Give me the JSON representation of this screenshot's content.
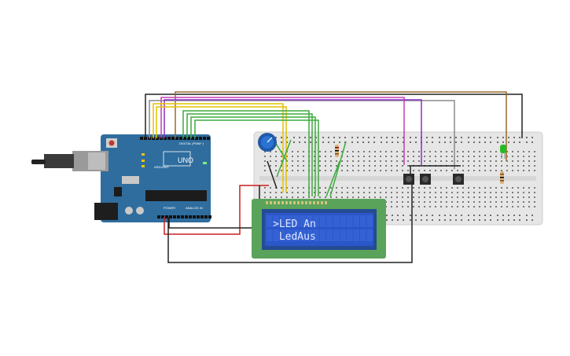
{
  "colors": {
    "arduino_board": "#2f6d9e",
    "breadboard": "#e6e6e6",
    "lcd_frame": "#5aa35a",
    "lcd_screen": "#2b56c9",
    "wire_black": "#222222",
    "wire_red": "#cc1f1f",
    "wire_yellow": "#e3c200",
    "wire_green": "#3daa3d",
    "wire_purple": "#8b2fc9",
    "wire_magenta": "#c23fb4",
    "wire_gray": "#8a8a8a",
    "wire_brown": "#9a6a2a",
    "led_green": "#22bb22"
  },
  "icons": [
    "arduino-uno-board",
    "usb-connector",
    "power-jack",
    "potentiometer",
    "resistor",
    "push-button",
    "green-led",
    "lcd-16x2"
  ],
  "arduino": {
    "logo_text": "UNO",
    "brand_text": "ARDUINO",
    "digital_label": "DIGITAL (PWM~)",
    "power_label": "POWER",
    "analog_label": "ANALOG IN"
  },
  "lcd": {
    "line1": ">LED An",
    "line2": " LedAus"
  }
}
